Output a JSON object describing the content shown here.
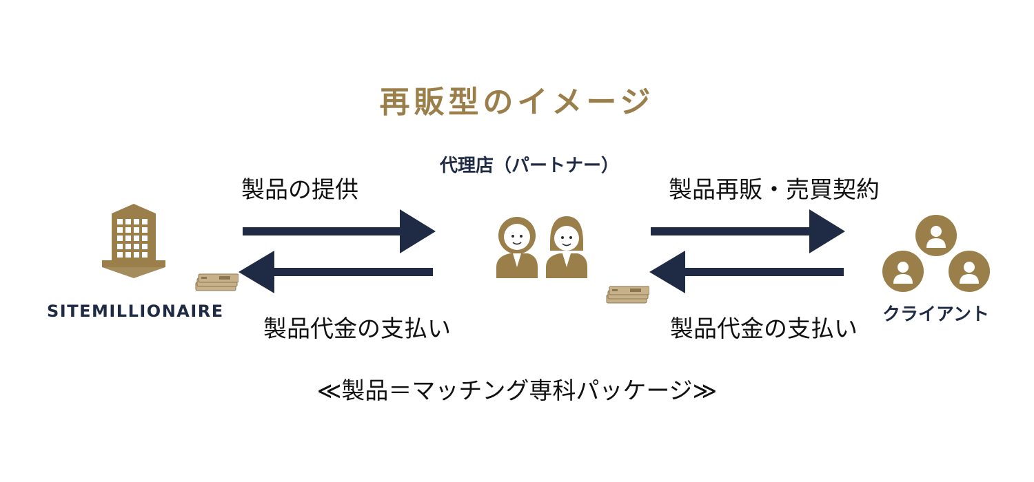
{
  "diagram": {
    "title": "再販型のイメージ",
    "nodes": {
      "manufacturer": {
        "label": "SITEMILLIONAIRE",
        "icon": "office-building-icon"
      },
      "partner": {
        "label": "代理店（パートナー）",
        "icon": "business-people-icon"
      },
      "client": {
        "label": "クライアント",
        "icon": "client-group-icon"
      }
    },
    "flows": {
      "left_top": "製品の提供",
      "left_bottom": "製品代金の支払い",
      "right_top": "製品再販・売買契約",
      "right_bottom": "製品代金の支払い"
    },
    "footer": "≪製品＝マッチング専科パッケージ≫",
    "colors": {
      "gold": "#9a7f4a",
      "navy": "#1f2a44"
    },
    "money_icon": "money-stack-icon"
  }
}
